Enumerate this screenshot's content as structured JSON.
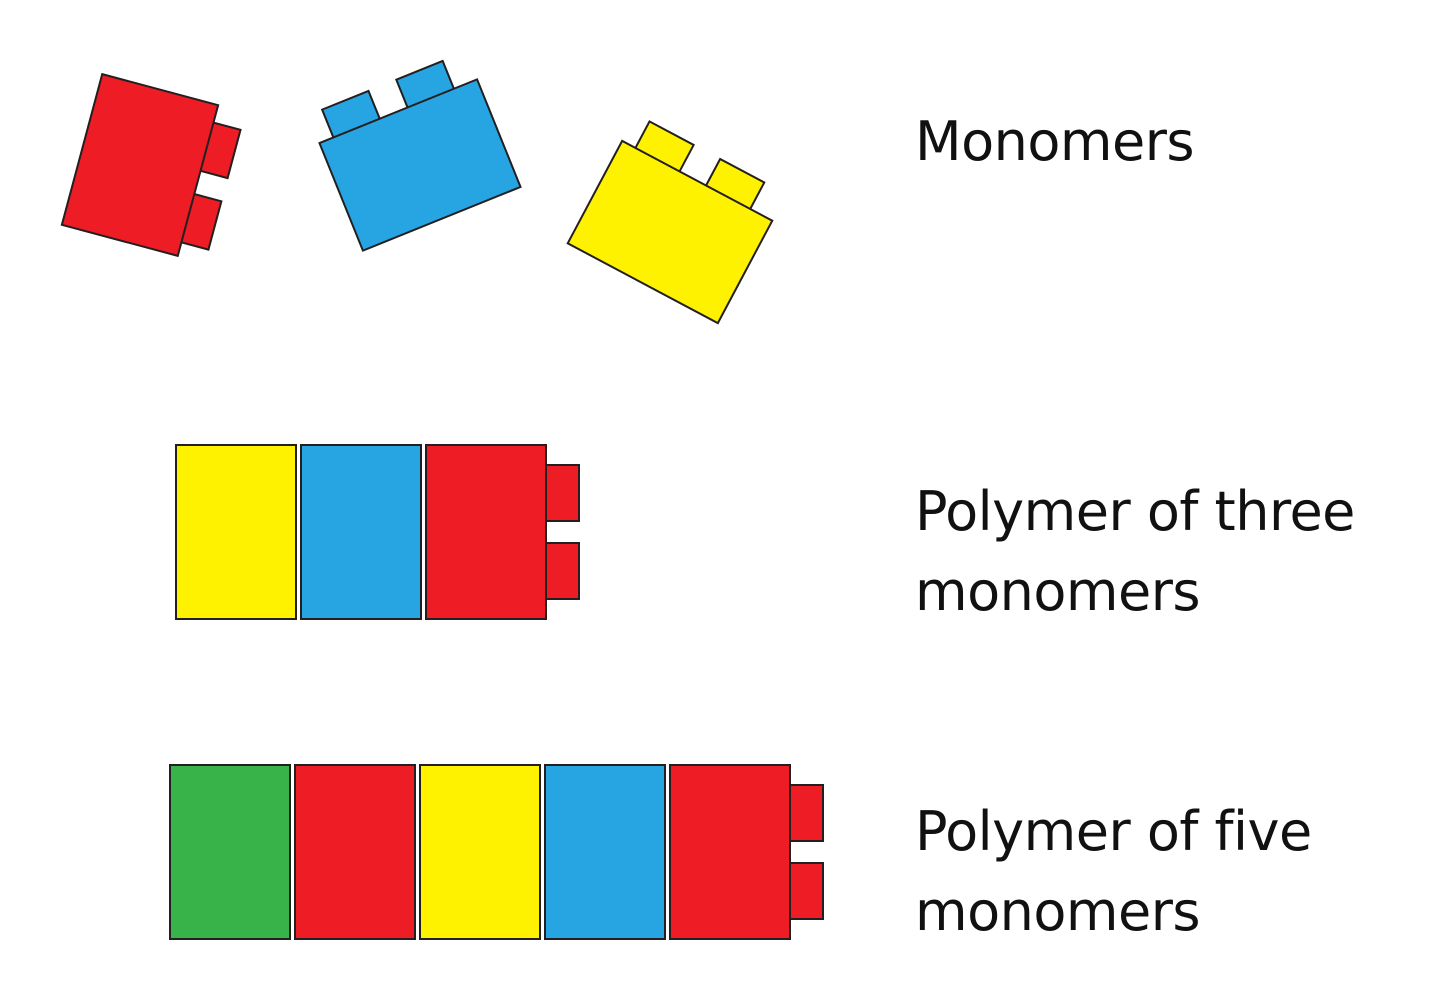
{
  "colors": {
    "red": "#ee1c24",
    "blue": "#27a5e3",
    "yellow": "#fff200",
    "green": "#37b34a",
    "outline": "#231f20",
    "text": "#111111",
    "background": "#ffffff"
  },
  "rows": [
    {
      "id": "monomers",
      "label_lines": [
        "Monomers"
      ],
      "blocks": [
        "red",
        "blue",
        "yellow"
      ],
      "joined": false
    },
    {
      "id": "polymer-three",
      "label_lines": [
        "Polymer of three",
        "monomers"
      ],
      "blocks": [
        "yellow",
        "blue",
        "red"
      ],
      "joined": true
    },
    {
      "id": "polymer-five",
      "label_lines": [
        "Polymer of five",
        "monomers"
      ],
      "blocks": [
        "green",
        "red",
        "yellow",
        "blue",
        "red"
      ],
      "joined": true
    }
  ]
}
